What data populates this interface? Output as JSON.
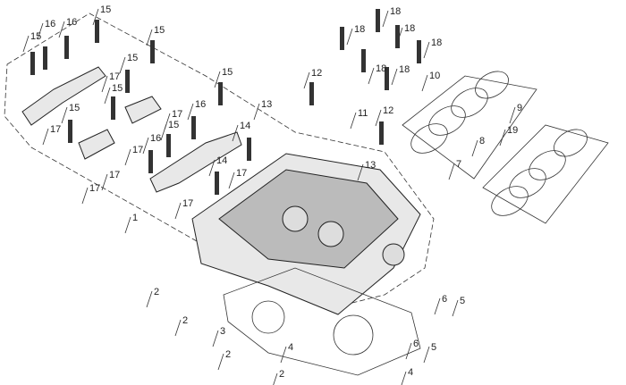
{
  "title": "Cylinder head exploded parts diagram",
  "callouts": [
    "15",
    "16",
    "16",
    "15",
    "15",
    "15",
    "17",
    "15",
    "15",
    "17",
    "17",
    "15",
    "16",
    "15",
    "16",
    "17",
    "17",
    "17",
    "14",
    "14",
    "17",
    "17",
    "13",
    "13",
    "12",
    "12",
    "11",
    "18",
    "18",
    "18",
    "18",
    "18",
    "18",
    "10",
    "9",
    "8",
    "7",
    "19",
    "1",
    "2",
    "2",
    "2",
    "2",
    "3",
    "4",
    "4",
    "5",
    "5",
    "6",
    "6"
  ]
}
